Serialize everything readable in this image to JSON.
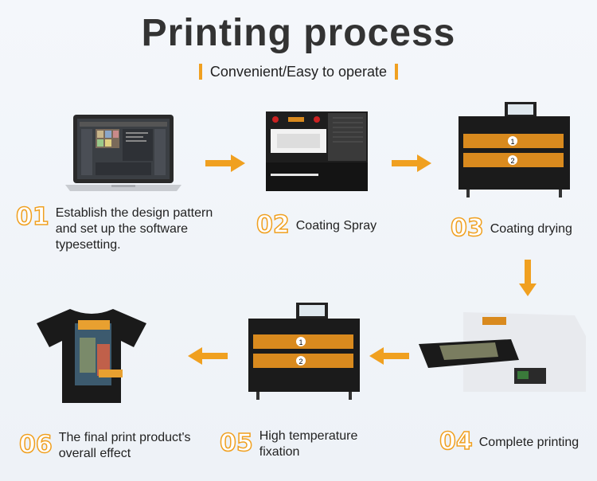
{
  "header": {
    "title": "Printing process",
    "subtitle": "Convenient/Easy to operate"
  },
  "steps": [
    {
      "num": "01",
      "label": "Establish the design pattern and set up the software typesetting."
    },
    {
      "num": "02",
      "label": "Coating Spray"
    },
    {
      "num": "03",
      "label": "Coating drying"
    },
    {
      "num": "04",
      "label": "Complete printing"
    },
    {
      "num": "05",
      "label": "High temperature fixation"
    },
    {
      "num": "06",
      "label": "The final print product's overall effect"
    }
  ],
  "colors": {
    "accent": "#f0a020",
    "machine_orange": "#d98a1e",
    "machine_black": "#1b1b1b"
  },
  "icons": [
    "laptop-icon",
    "coating-spray-machine-icon",
    "drying-oven-icon",
    "uv-printer-icon",
    "fixation-oven-icon",
    "tshirt-icon",
    "arrow-right-icon",
    "arrow-down-icon",
    "arrow-left-icon"
  ]
}
